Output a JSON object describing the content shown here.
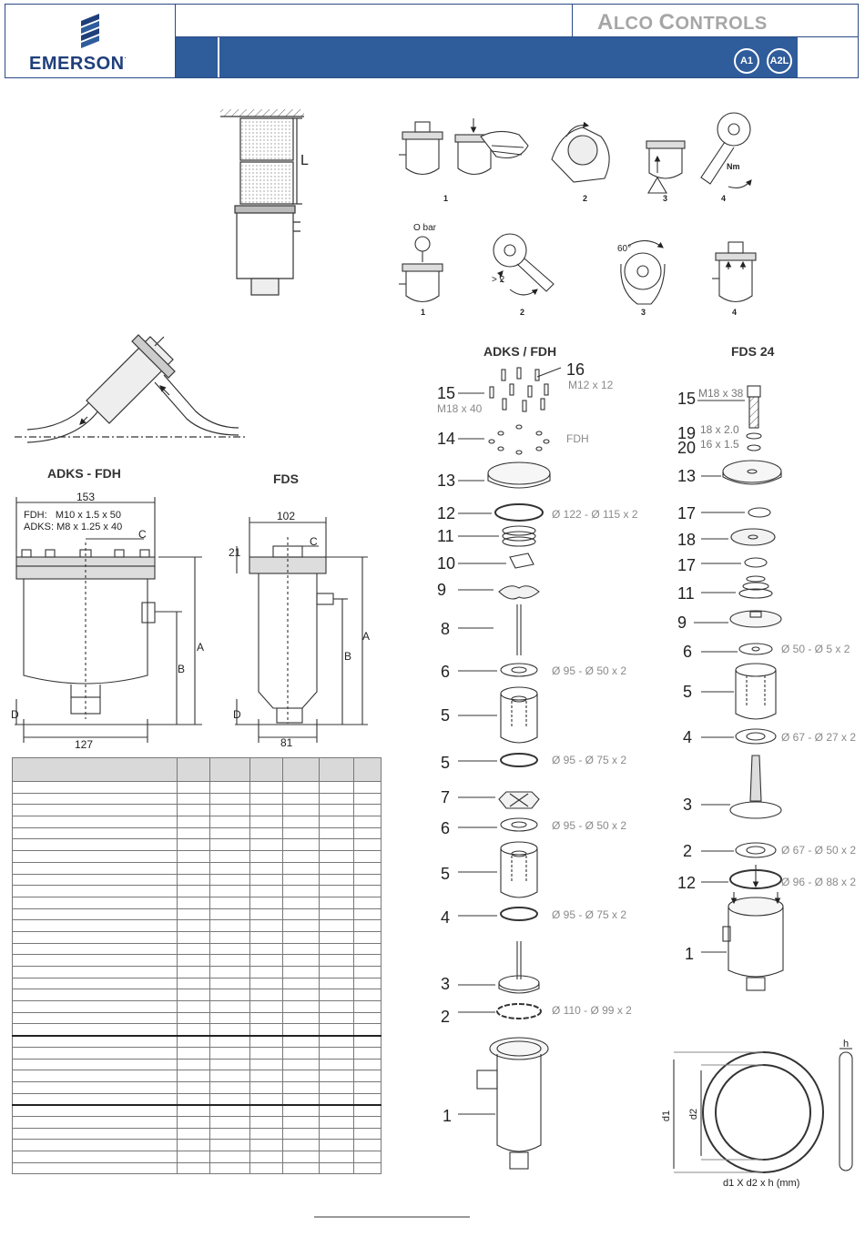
{
  "header": {
    "brand": "EMERSON",
    "product_line_first": "A",
    "product_line_first_rest": "LCO",
    "product_line_second": "C",
    "product_line_second_rest": "ONTROLS",
    "badges": [
      "A1",
      "A2L"
    ]
  },
  "mount": {
    "length_label": "L"
  },
  "steps_row1": [
    "1",
    "2",
    "3",
    "4"
  ],
  "steps_row2": [
    "1",
    "2",
    "3",
    "4"
  ],
  "step_labels": {
    "torque": "Nm",
    "pressure": "O bar",
    "turns": "> 2",
    "angle": "60°"
  },
  "adks_fdh_dims": {
    "title": "ADKS - FDH",
    "width_top": "153",
    "fdh_bolt_label": "FDH:",
    "fdh_bolt": "M10 x 1.5 x 50",
    "adks_bolt_label": "ADKS:",
    "adks_bolt": "M8 x 1.25 x 40",
    "c": "C",
    "a": "A",
    "b": "B",
    "d": "D",
    "width_bottom": "127"
  },
  "fds_dims": {
    "title": "FDS",
    "width_top": "102",
    "flange": "21",
    "c": "C",
    "a": "A",
    "b": "B",
    "d": "D",
    "width_bottom": "81"
  },
  "adks_parts": {
    "title": "ADKS / FDH",
    "items": [
      {
        "no": "16",
        "spec": "M12 x 12"
      },
      {
        "no": "15",
        "spec": "M18 x 40"
      },
      {
        "no": "14",
        "spec": "FDH"
      },
      {
        "no": "13",
        "spec": ""
      },
      {
        "no": "12",
        "spec": "Ø 122 - Ø 115 x 2"
      },
      {
        "no": "11",
        "spec": ""
      },
      {
        "no": "10",
        "spec": ""
      },
      {
        "no": "9",
        "spec": ""
      },
      {
        "no": "8",
        "spec": ""
      },
      {
        "no": "6",
        "spec": "Ø 95 - Ø 50 x 2"
      },
      {
        "no": "5",
        "spec": ""
      },
      {
        "no": "5",
        "spec": "Ø 95 - Ø 75 x 2"
      },
      {
        "no": "7",
        "spec": ""
      },
      {
        "no": "6",
        "spec": "Ø 95 - Ø 50 x 2"
      },
      {
        "no": "5",
        "spec": ""
      },
      {
        "no": "4",
        "spec": "Ø 95 - Ø 75 x 2"
      },
      {
        "no": "3",
        "spec": ""
      },
      {
        "no": "2",
        "spec": "Ø 110 - Ø 99 x 2"
      },
      {
        "no": "1",
        "spec": ""
      }
    ]
  },
  "fds24_parts": {
    "title": "FDS 24",
    "items": [
      {
        "no": "15",
        "spec": "M18 x 38"
      },
      {
        "no": "19",
        "spec": "18 x 2.0"
      },
      {
        "no": "20",
        "spec": "16 x 1.5"
      },
      {
        "no": "13",
        "spec": ""
      },
      {
        "no": "17",
        "spec": ""
      },
      {
        "no": "18",
        "spec": ""
      },
      {
        "no": "17",
        "spec": ""
      },
      {
        "no": "11",
        "spec": ""
      },
      {
        "no": "9",
        "spec": ""
      },
      {
        "no": "6",
        "spec": "Ø 50 - Ø 5 x 2"
      },
      {
        "no": "5",
        "spec": ""
      },
      {
        "no": "4",
        "spec": "Ø 67 - Ø 27 x 2"
      },
      {
        "no": "3",
        "spec": ""
      },
      {
        "no": "2",
        "spec": "Ø 67 - Ø 50 x 2"
      },
      {
        "no": "12",
        "spec": "Ø 96 - Ø 88 x 2"
      },
      {
        "no": "1",
        "spec": ""
      }
    ]
  },
  "oring": {
    "h": "h",
    "d1": "d1",
    "d2": "d2",
    "caption": "d1 X d2 x h (mm)"
  }
}
